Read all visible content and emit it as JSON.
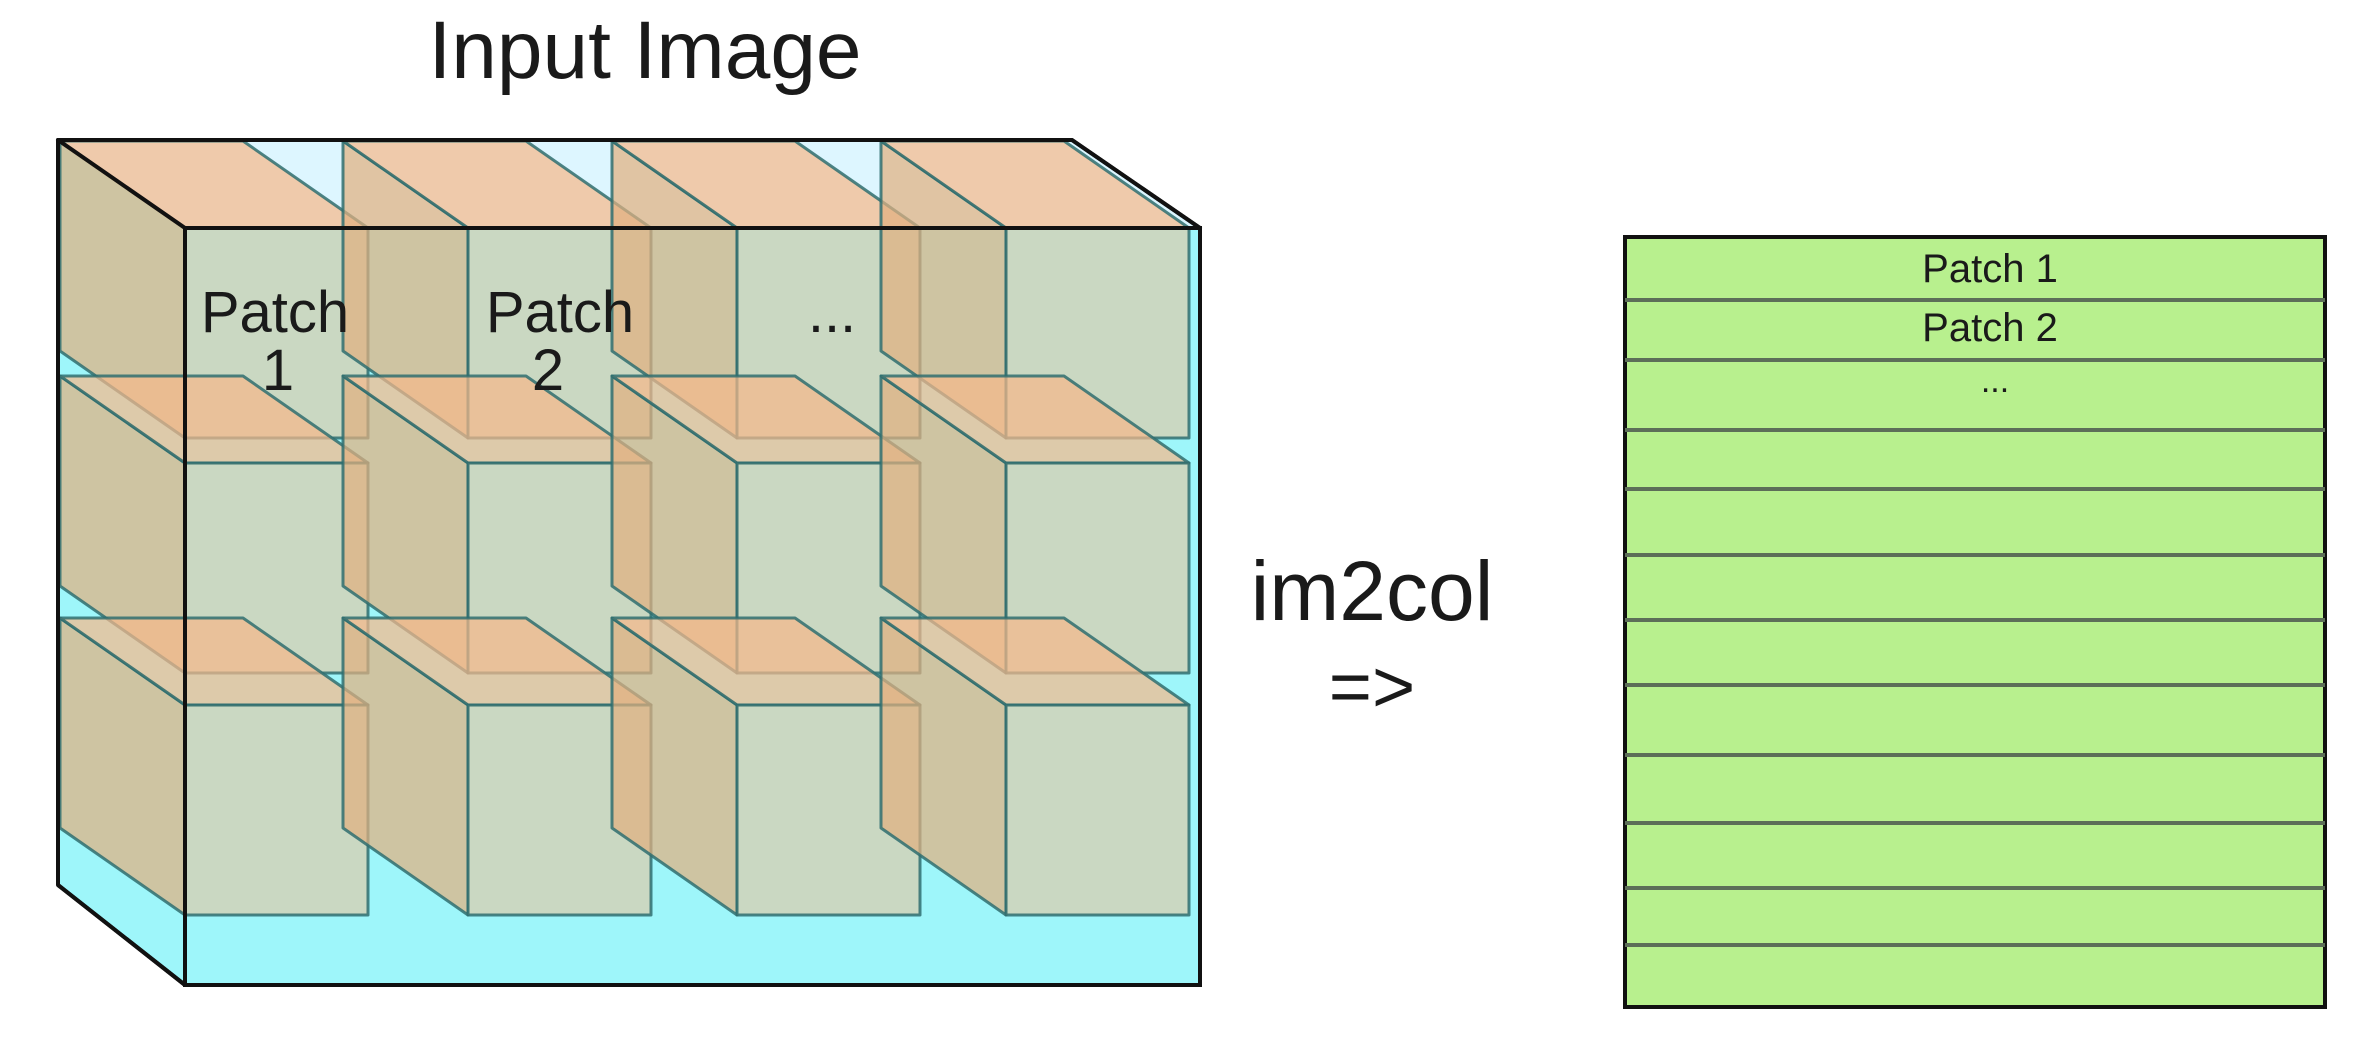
{
  "title": "Input Image",
  "transform": {
    "label": "im2col",
    "arrow": "=>"
  },
  "input_patch_labels": [
    {
      "line1": "Patch",
      "line2": "1"
    },
    {
      "line1": "Patch",
      "line2": "2"
    },
    {
      "line1": "...",
      "line2": ""
    }
  ],
  "matrix_row_labels": [
    "Patch 1",
    "Patch 2",
    "..."
  ],
  "matrix_row_count": 12,
  "patch_grid": {
    "rows": 3,
    "cols": 4
  },
  "colors": {
    "volume_fill": "#9EF6FA",
    "patch_face": "#F5B98A",
    "patch_side": "#E0B080",
    "patch_edge": "#2F6F70",
    "matrix_fill": "#B8F08E",
    "matrix_lines": "#5C6E58",
    "outline": "#111111"
  }
}
